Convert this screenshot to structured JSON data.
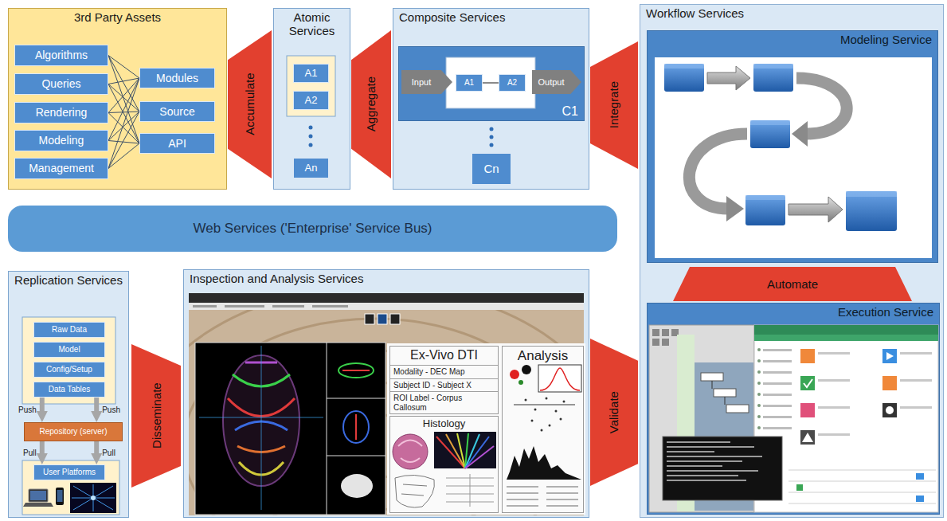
{
  "diagram": {
    "nodes": [
      {
        "text": [
          "3rd Party Assets"
        ]
      },
      {
        "text": [
          "Algorithms"
        ],
        "in": 0
      },
      {
        "text": [
          "Queries"
        ],
        "in": 0
      },
      {
        "text": [
          "Rendering"
        ],
        "in": 0
      },
      {
        "text": [
          "Modeling"
        ],
        "in": 0
      },
      {
        "text": [
          "Management"
        ],
        "in": 0
      },
      {
        "text": [
          "Modules"
        ],
        "in": 0
      },
      {
        "text": [
          "Source"
        ],
        "in": 0
      },
      {
        "text": [
          "API"
        ],
        "in": 0
      },
      {
        "text": [
          "Accumulate"
        ]
      },
      {
        "text": [
          "Atomic Services"
        ]
      },
      {
        "text": [
          "A1"
        ],
        "in": 10
      },
      {
        "text": [
          "A2"
        ],
        "in": 10
      },
      {
        "text": [
          "An"
        ],
        "in": 10
      },
      {
        "text": [
          "Aggregate"
        ]
      },
      {
        "text": [
          "Composite Services"
        ]
      },
      {
        "text": [
          "C1"
        ],
        "in": 15
      },
      {
        "text": [
          "Input"
        ],
        "in": 16
      },
      {
        "text": [
          "A1"
        ],
        "in": 16
      },
      {
        "text": [
          "A2"
        ],
        "in": 16
      },
      {
        "text": [
          "Output"
        ],
        "in": 16
      },
      {
        "text": [
          "Cn"
        ],
        "in": 15
      },
      {
        "text": [
          "Integrate"
        ]
      },
      {
        "text": [
          "Workflow Services"
        ]
      },
      {
        "text": [
          "Modeling Service"
        ],
        "in": 23
      },
      {
        "text": [
          "Automate"
        ],
        "in": 23
      },
      {
        "text": [
          "Execution Service"
        ],
        "in": 23
      },
      {
        "text": [
          "Web Services ('Enterprise' Service Bus)"
        ]
      },
      {
        "text": [
          "Replication Services"
        ]
      },
      {
        "text": [
          "Raw Data"
        ],
        "in": 28
      },
      {
        "text": [
          "Model"
        ],
        "in": 28
      },
      {
        "text": [
          "Config/Setup"
        ],
        "in": 28
      },
      {
        "text": [
          "Data Tables"
        ],
        "in": 28
      },
      {
        "text": [
          "Repository (server)"
        ],
        "in": 28
      },
      {
        "text": [
          "User Platforms"
        ],
        "in": 28
      },
      {
        "text": [
          "Disseminate"
        ]
      },
      {
        "text": [
          "Inspection and Analysis Services"
        ]
      },
      {
        "text": [
          "Ex-Vivo DTI",
          "Modality - DEC Map",
          "Subject ID - Subject X",
          "ROI Label - Corpus Callosum"
        ],
        "in": 36
      },
      {
        "text": [
          "Histology"
        ],
        "in": 36
      },
      {
        "text": [
          "Analysis"
        ],
        "in": 36
      },
      {
        "text": [
          "Validate"
        ]
      }
    ],
    "edges": [
      {
        "from": 1,
        "to": 6,
        "arrow": "none"
      },
      {
        "from": 1,
        "to": 7,
        "arrow": "none"
      },
      {
        "from": 1,
        "to": 8,
        "arrow": "none"
      },
      {
        "from": 2,
        "to": 6,
        "arrow": "none"
      },
      {
        "from": 2,
        "to": 7,
        "arrow": "none"
      },
      {
        "from": 2,
        "to": 8,
        "arrow": "none"
      },
      {
        "from": 3,
        "to": 6,
        "arrow": "none"
      },
      {
        "from": 3,
        "to": 7,
        "arrow": "none"
      },
      {
        "from": 3,
        "to": 8,
        "arrow": "none"
      },
      {
        "from": 4,
        "to": 6,
        "arrow": "none"
      },
      {
        "from": 4,
        "to": 7,
        "arrow": "none"
      },
      {
        "from": 4,
        "to": 8,
        "arrow": "none"
      },
      {
        "from": 5,
        "to": 6,
        "arrow": "none"
      },
      {
        "from": 5,
        "to": 7,
        "arrow": "none"
      },
      {
        "from": 5,
        "to": 8,
        "arrow": "none"
      },
      {
        "from": 18,
        "to": 19,
        "arrow": "none"
      },
      {
        "from": 32,
        "to": 33,
        "label": "Push",
        "arrow": "to"
      },
      {
        "from": 32,
        "to": 33,
        "label": "Push",
        "arrow": "to"
      },
      {
        "from": 33,
        "to": 34,
        "label": "Pull",
        "arrow": "to"
      },
      {
        "from": 33,
        "to": 34,
        "label": "Pull",
        "arrow": "to"
      }
    ]
  }
}
